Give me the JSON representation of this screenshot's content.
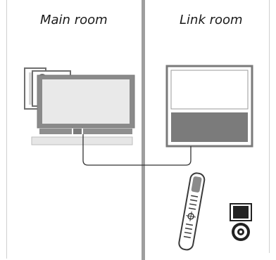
{
  "rooms": {
    "main": {
      "label": "Main room"
    },
    "link": {
      "label": "Link room"
    }
  },
  "colors": {
    "border": "#cfcfcf",
    "divider": "#9e9e9e",
    "device_gray": "#8a8a8a",
    "device_light": "#e9e9e9",
    "dark_panel": "#7b7b7b",
    "cable": "#333333"
  },
  "icons": [
    "main-room-tv-setup",
    "link-room-tv",
    "beo4-remote",
    "beo6-remote"
  ]
}
